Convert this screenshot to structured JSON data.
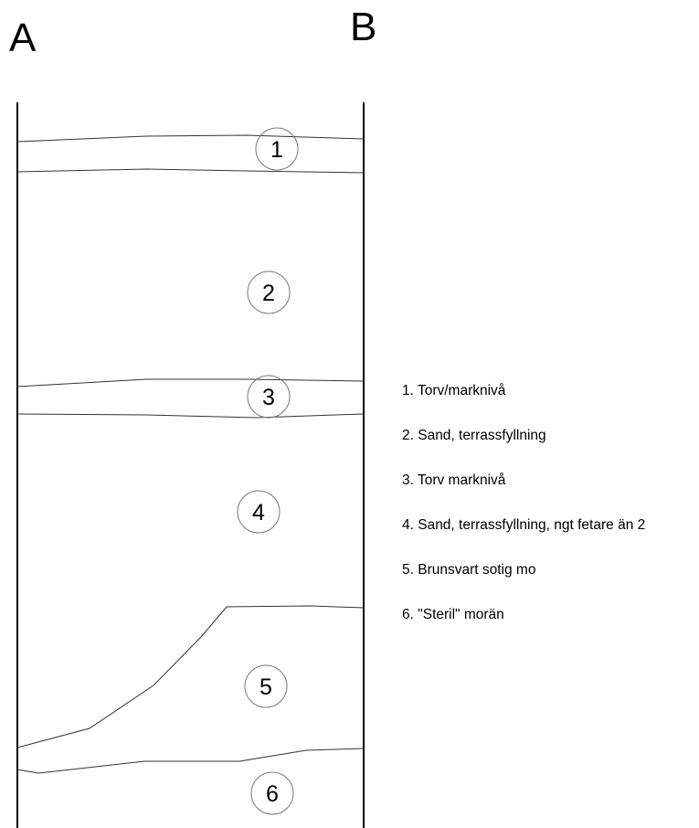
{
  "corner_labels": {
    "left": "A",
    "right": "B"
  },
  "layers": [
    {
      "number": "1",
      "description": "1. Torv/marknivå"
    },
    {
      "number": "2",
      "description": "2. Sand, terrassfyllning"
    },
    {
      "number": "3",
      "description": "3. Torv marknivå"
    },
    {
      "number": "4",
      "description": "4. Sand, terrassfyllning, ngt fetare än 2"
    },
    {
      "number": "5",
      "description": "5. Brunsvart sotig mo"
    },
    {
      "number": "6",
      "description": "6. \"Steril\" morän"
    }
  ]
}
